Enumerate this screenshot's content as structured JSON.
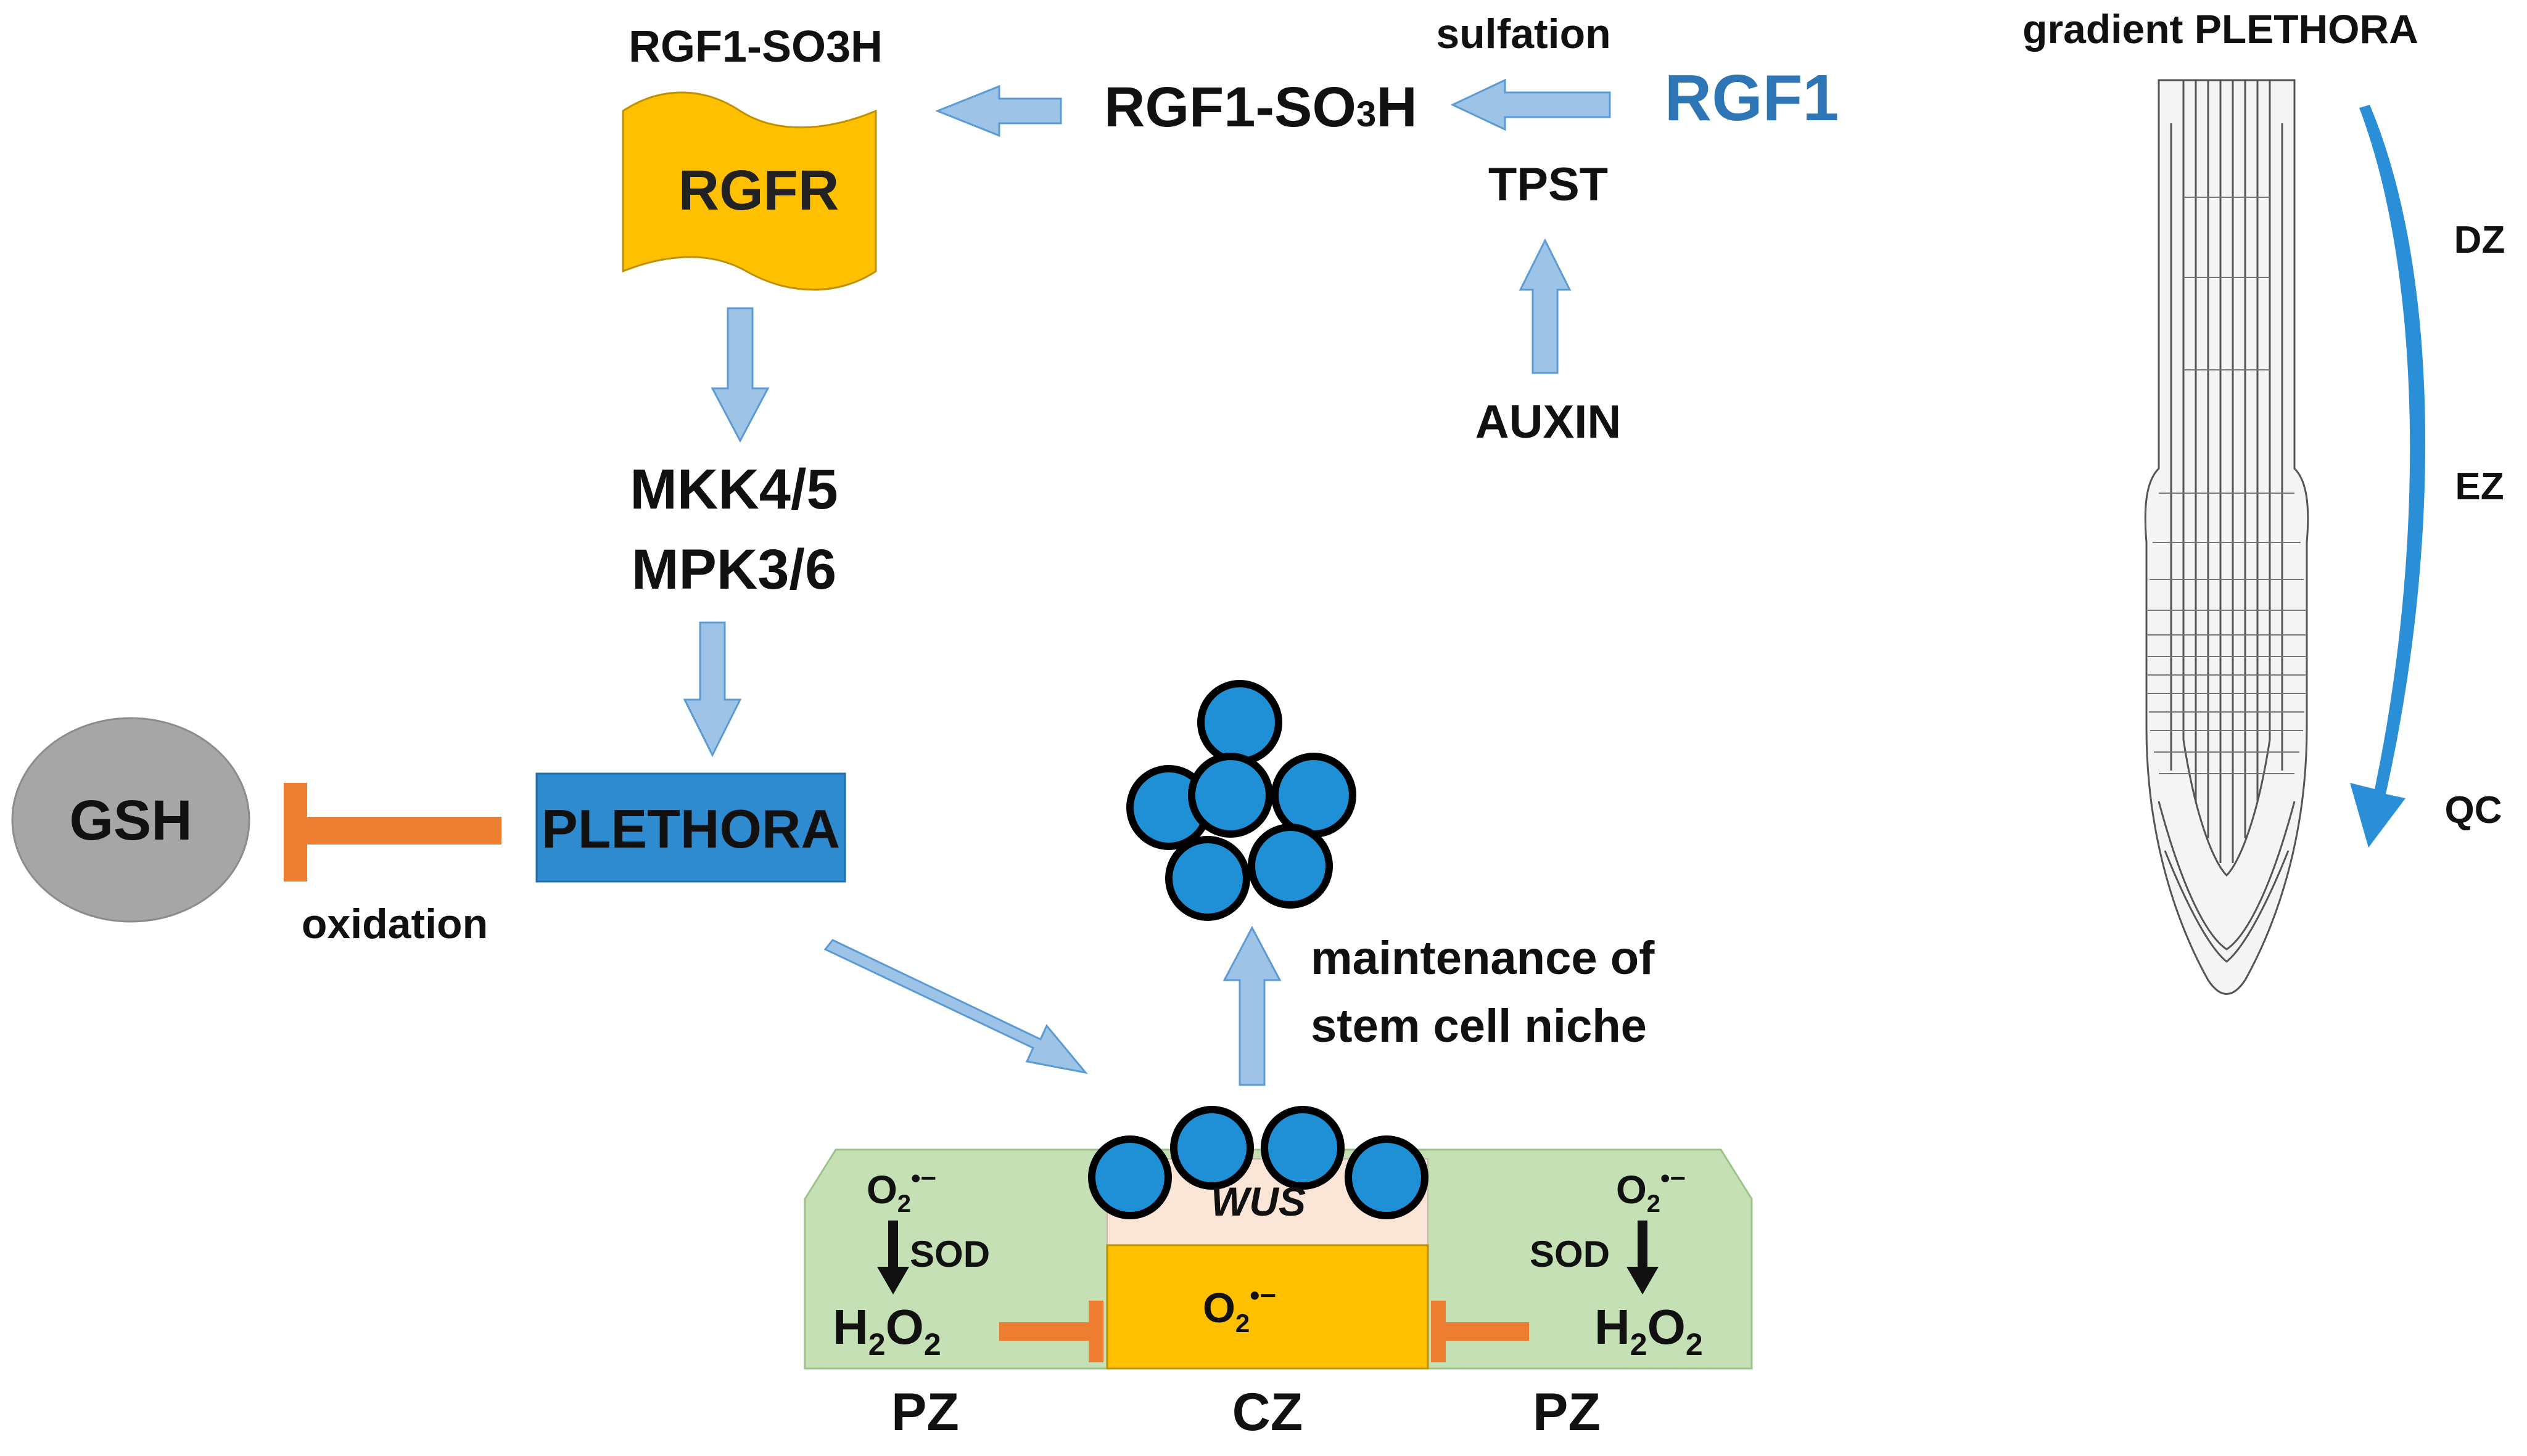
{
  "labels": {
    "rgf1_so3h_top": "RGF1-SO3H",
    "rgfr": "RGFR",
    "rgf1_so3h": "RGF1-SO",
    "rgf1_so3h_sub": "3",
    "rgf1_so3h_end": "H",
    "sulfation": "sulfation",
    "rgf1": "RGF1",
    "tpst": "TPST",
    "auxin": "AUXIN",
    "mkk": "MKK4/5",
    "mpk": "MPK3/6",
    "plethora": "PLETHORA",
    "gsh": "GSH",
    "oxidation": "oxidation",
    "maintenance_line1": "maintenance of",
    "maintenance_line2": "stem cell niche",
    "wus": "WUS",
    "sod_left": "SOD",
    "sod_right": "SOD",
    "pz_left": "PZ",
    "cz": "CZ",
    "pz_right": "PZ",
    "o2": "O",
    "o2_sub": "2",
    "radical": "•−",
    "h": "H",
    "h_sub": "2",
    "o": "O",
    "o_sub": "2",
    "gradient_title": "gradient PLETHORA",
    "dz": "DZ",
    "ez": "EZ",
    "qc": "QC"
  },
  "colors": {
    "arrow_light_blue": "#9DC3E6",
    "arrow_stroke": "#5B9BD5",
    "rgf1_text": "#2E75B6",
    "rgfr_fill": "#FFC000",
    "plethora_fill": "#2E8BCF",
    "gsh_fill": "#A6A6A6",
    "inhibit_orange": "#ED7D31",
    "stem_cell_blue": "#1F8FD6",
    "meristem_green": "#C5E0B4",
    "wus_pink": "#FBE5D6",
    "cz_yellow": "#FFC000",
    "gradient_arrow": "#2A8FD6"
  }
}
